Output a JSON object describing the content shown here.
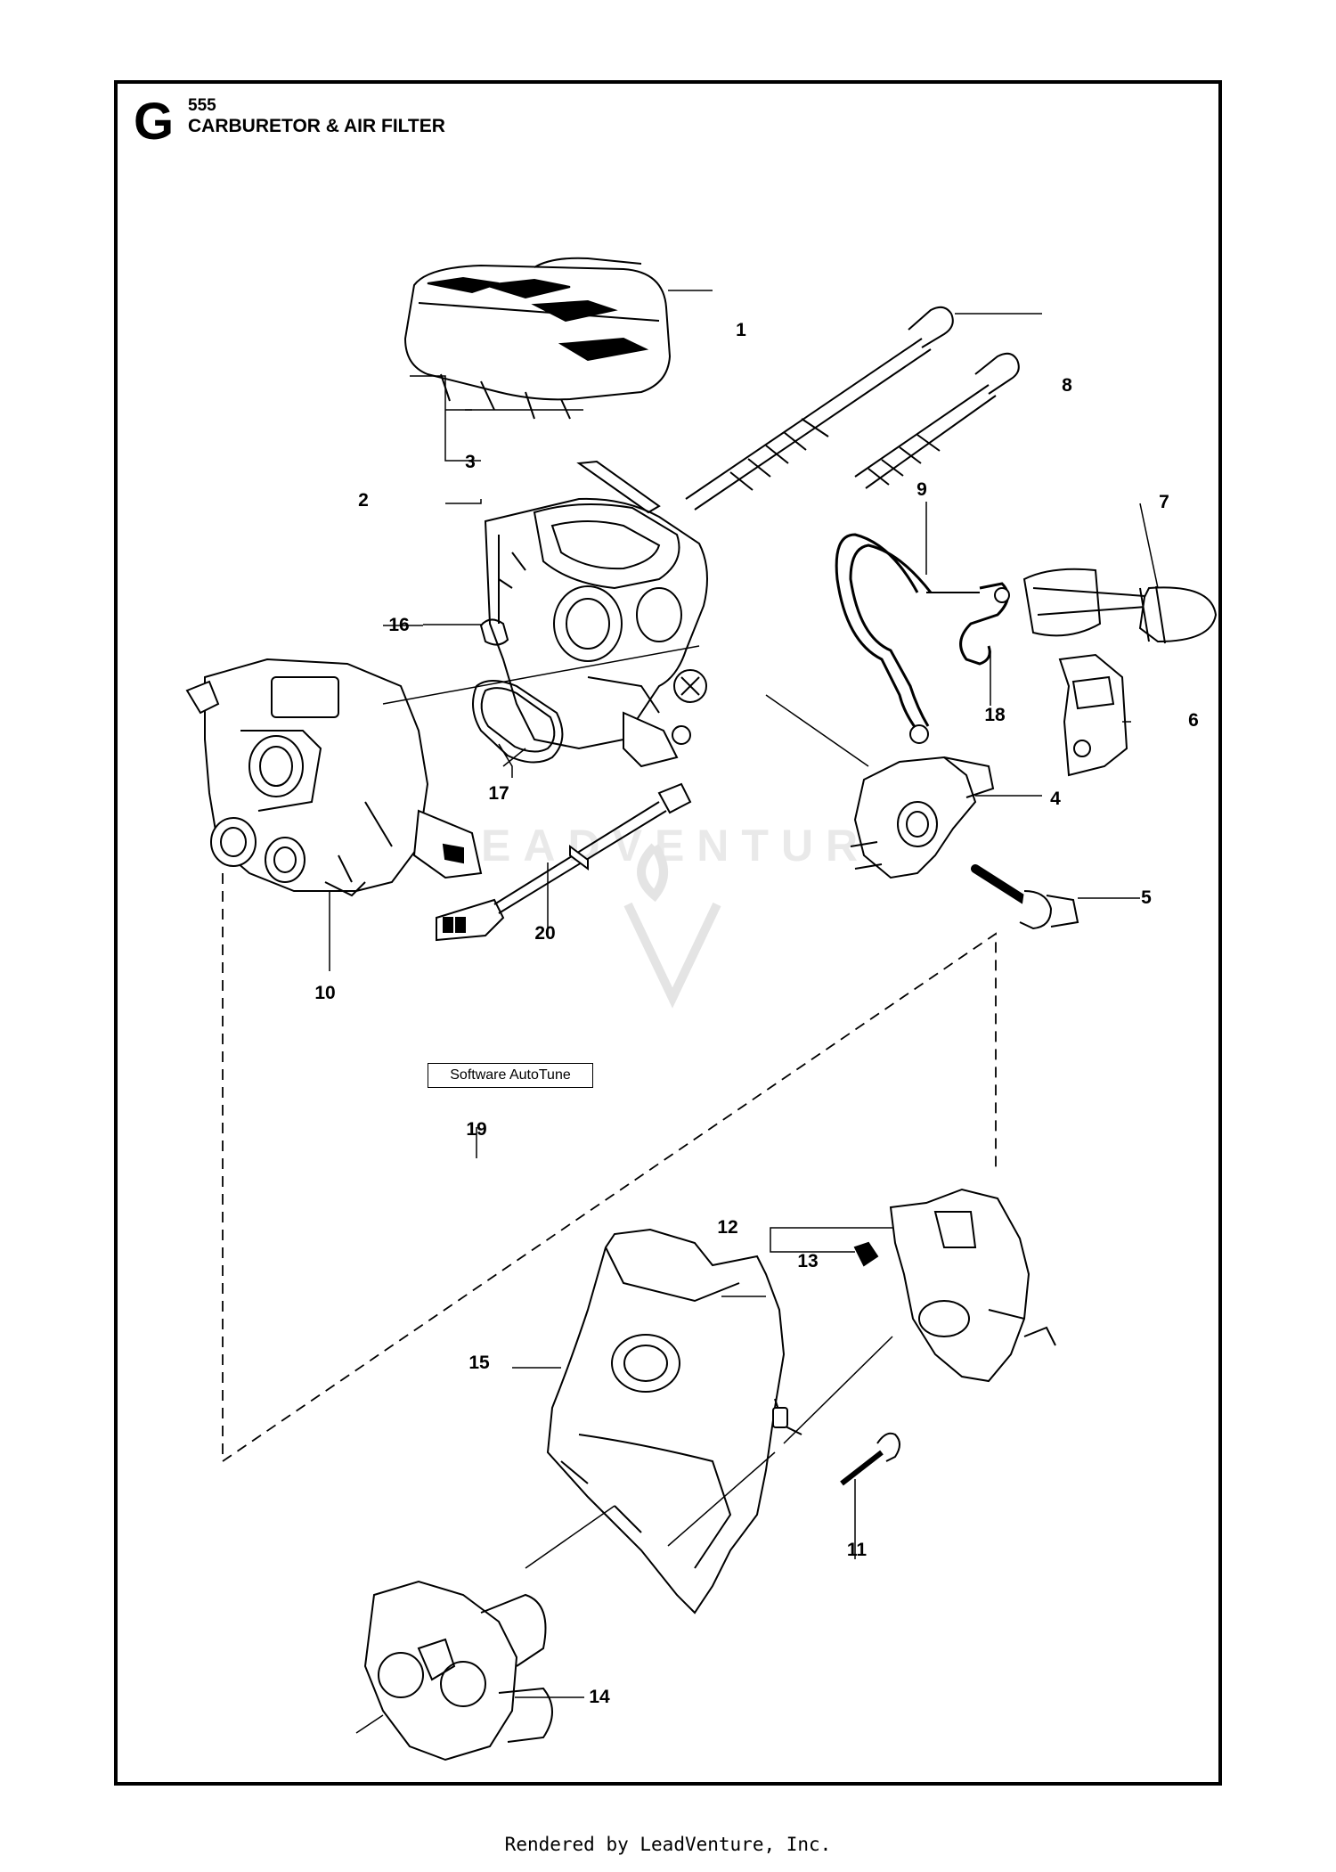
{
  "header": {
    "section_letter": "G",
    "model_number": "555",
    "title": "CARBURETOR & AIR FILTER"
  },
  "callouts": [
    {
      "id": "1",
      "label": "1"
    },
    {
      "id": "2",
      "label": "2"
    },
    {
      "id": "3",
      "label": "3"
    },
    {
      "id": "4",
      "label": "4"
    },
    {
      "id": "5",
      "label": "5"
    },
    {
      "id": "6",
      "label": "6"
    },
    {
      "id": "7",
      "label": "7"
    },
    {
      "id": "8",
      "label": "8"
    },
    {
      "id": "9",
      "label": "9"
    },
    {
      "id": "10",
      "label": "10"
    },
    {
      "id": "11",
      "label": "11"
    },
    {
      "id": "12",
      "label": "12"
    },
    {
      "id": "13",
      "label": "13"
    },
    {
      "id": "14",
      "label": "14"
    },
    {
      "id": "15",
      "label": "15"
    },
    {
      "id": "16",
      "label": "16"
    },
    {
      "id": "17",
      "label": "17"
    },
    {
      "id": "18",
      "label": "18"
    },
    {
      "id": "19",
      "label": "19"
    },
    {
      "id": "20",
      "label": "20"
    }
  ],
  "note": "Software AutoTune",
  "watermark": "LEADVENTURE",
  "footer": "Rendered by LeadVenture, Inc."
}
